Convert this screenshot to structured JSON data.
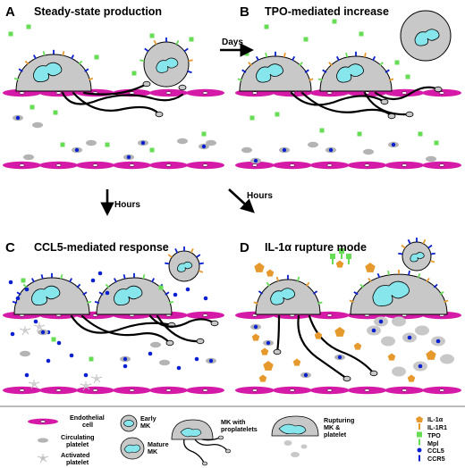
{
  "panels": [
    {
      "letter": "A",
      "title": "Steady-state production"
    },
    {
      "letter": "B",
      "title": "TPO-mediated increase"
    },
    {
      "letter": "C",
      "title": "CCL5-mediated response"
    },
    {
      "letter": "D",
      "title": "IL-1α rupture mode"
    }
  ],
  "arrows": {
    "days": "Days",
    "hours_down": "Hours",
    "hours_diag": "Hours"
  },
  "legend": {
    "endothelial": [
      "Endothelial",
      "cell"
    ],
    "circulating": [
      "Circulating",
      "platelet"
    ],
    "activated": [
      "Activated",
      "platelet"
    ],
    "early_mk": [
      "Early",
      "MK"
    ],
    "mature_mk": [
      "Mature",
      "MK"
    ],
    "mk_proplatelets": [
      "MK with",
      "proplatelets"
    ],
    "rupturing": [
      "Rupturing",
      "MK &",
      "platelet"
    ],
    "il1a": "IL-1α",
    "il1r1": "IL-1R1",
    "tpo": "TPO",
    "mpl": "Mpl",
    "ccl5": "CCL5",
    "ccr5": "CCR5"
  },
  "colors": {
    "endothelium": "#d41aa6",
    "cell_gray": "#c8c8c8",
    "nucleus": "#86e6ec",
    "tpo_green": "#66dd55",
    "ccl5_blue": "#0a1fd0",
    "il1_orange": "#e69a2e",
    "platelet_gray": "#b4b4b4"
  }
}
